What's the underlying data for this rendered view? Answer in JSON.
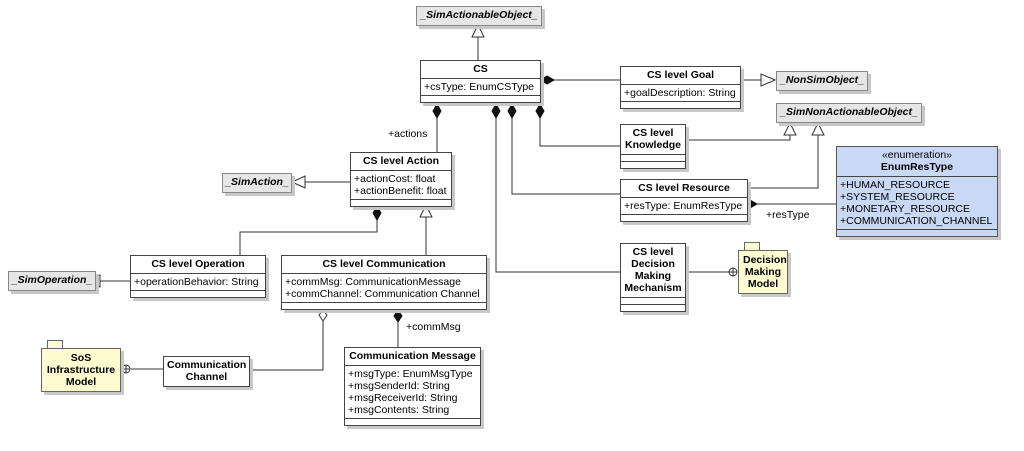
{
  "abstract": {
    "sim_actionable": "_SimActionableObject_",
    "non_sim": "_NonSimObject_",
    "sim_non_actionable": "_SimNonActionableObject_",
    "sim_action": "_SimAction_",
    "sim_operation": "_SimOperation_"
  },
  "cs": {
    "name": "CS",
    "attrs": [
      "+csType: EnumCSType"
    ]
  },
  "goal": {
    "name": "CS level Goal",
    "attrs": [
      "+goalDescription: String"
    ]
  },
  "knowledge": {
    "line1": "CS level",
    "line2": "Knowledge"
  },
  "action": {
    "name": "CS level Action",
    "attrs": [
      "+actionCost: float",
      "+actionBenefit: float"
    ]
  },
  "resource": {
    "name": "CS level Resource",
    "attrs": [
      "+resType: EnumResType"
    ]
  },
  "enum": {
    "stereotype": "«enumeration»",
    "name": "EnumResType",
    "values": [
      "+HUMAN_RESOURCE",
      "+SYSTEM_RESOURCE",
      "+MONETARY_RESOURCE",
      "+COMMUNICATION_CHANNEL"
    ]
  },
  "operation": {
    "name": "CS level Operation",
    "attrs": [
      "+operationBehavior: String"
    ]
  },
  "communication": {
    "name": "CS level Communication",
    "attrs": [
      "+commMsg: CommunicationMessage",
      "+commChannel: Communication Channel"
    ]
  },
  "dmm": {
    "line1": "CS level",
    "line2": "Decision",
    "line3": "Making",
    "line4": "Mechanism"
  },
  "dm_model": {
    "line1": "Decision",
    "line2": "Making",
    "line3": "Model"
  },
  "channel": {
    "line1": "Communication",
    "line2": "Channel"
  },
  "sos": {
    "line1": "SoS",
    "line2": "Infrastructure",
    "line3": "Model"
  },
  "message": {
    "name": "Communication Message",
    "attrs": [
      "+msgType: EnumMsgType",
      "+msgSenderId: String",
      "+msgReceiverId: String",
      "+msgContents: String"
    ]
  },
  "labels": {
    "actions": "+actions",
    "resType": "+resType",
    "commMsg": "+commMsg"
  }
}
